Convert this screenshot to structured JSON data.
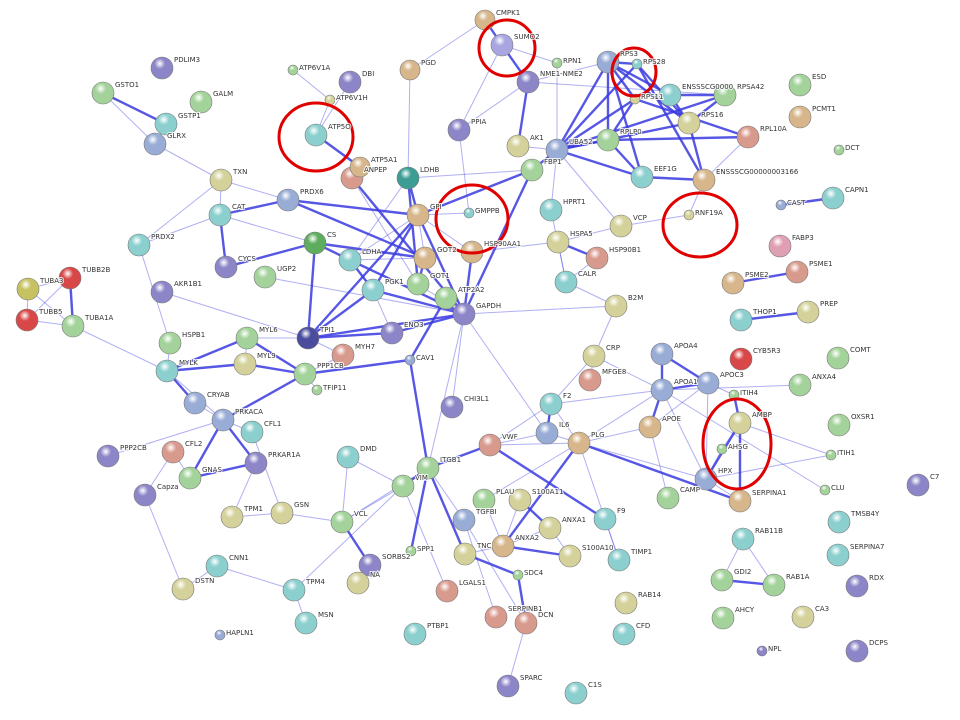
{
  "palette": {
    "tan": "#d6b68a",
    "lavender": "#a8a5e0",
    "purple": "#8c86c8",
    "green": "#a3d39a",
    "teal": "#8ccfcf",
    "slate": "#98acd6",
    "khaki": "#d4d29a",
    "rose": "#d99a8e",
    "red": "#d94848",
    "navy": "#4a4d9e",
    "olive": "#c6c262",
    "darkgreen": "#5ead5e",
    "darkteal": "#3c9d94",
    "pink": "#e0a0b4",
    "edge": "#3a3ae0",
    "highlight": "#e00000"
  },
  "nodes": [
    [
      "CMPK1",
      "tan"
    ],
    [
      "SUMO2",
      "lavender"
    ],
    [
      "PGD",
      "tan"
    ],
    [
      "RPN1",
      "green"
    ],
    [
      "NME1-NME2",
      "purple"
    ],
    [
      "RPS3",
      "slate"
    ],
    [
      "RPS28",
      "teal"
    ],
    [
      "RPS11",
      "khaki"
    ],
    [
      "ENSSSCG0000",
      "teal"
    ],
    [
      "RPSA42",
      "green"
    ],
    [
      "RPS16",
      "khaki"
    ],
    [
      "RPL10A",
      "rose"
    ],
    [
      "ENSSSCG00000003166",
      "tan"
    ],
    [
      "EEF1G",
      "teal"
    ],
    [
      "RPLP0",
      "green"
    ],
    [
      "UBA52",
      "slate"
    ],
    [
      "AK1",
      "khaki"
    ],
    [
      "PPIA",
      "purple"
    ],
    [
      "FBP1",
      "green"
    ],
    [
      "HPRT1",
      "teal"
    ],
    [
      "VCP",
      "khaki"
    ],
    [
      "RNF19A",
      "khaki"
    ],
    [
      "GMPPB",
      "teal"
    ],
    [
      "GPI",
      "tan"
    ],
    [
      "HSP90AA1",
      "tan"
    ],
    [
      "HSPA5",
      "khaki"
    ],
    [
      "HSP90B1",
      "rose"
    ],
    [
      "CALR",
      "teal"
    ],
    [
      "B2M",
      "khaki"
    ],
    [
      "LDHB",
      "darkteal"
    ],
    [
      "ANPEP",
      "rose"
    ],
    [
      "ATP5A1",
      "tan"
    ],
    [
      "ATP5O",
      "teal"
    ],
    [
      "ATP6V1A",
      "green"
    ],
    [
      "ATP6V1H",
      "khaki"
    ],
    [
      "DBI",
      "purple"
    ],
    [
      "PDLIM3",
      "purple"
    ],
    [
      "GALM",
      "green"
    ],
    [
      "GSTO1",
      "green"
    ],
    [
      "GSTP1",
      "teal"
    ],
    [
      "GLRX",
      "slate"
    ],
    [
      "TXN",
      "khaki"
    ],
    [
      "CAT",
      "teal"
    ],
    [
      "PRDX6",
      "slate"
    ],
    [
      "PRDX2",
      "teal"
    ],
    [
      "CS",
      "darkgreen"
    ],
    [
      "LDHA",
      "teal"
    ],
    [
      "GOT2",
      "tan"
    ],
    [
      "GOT1",
      "green"
    ],
    [
      "CYCS",
      "purple"
    ],
    [
      "UGP2",
      "green"
    ],
    [
      "PGK1",
      "teal"
    ],
    [
      "ATP2A2",
      "green"
    ],
    [
      "GAPDH",
      "purple"
    ],
    [
      "AKR1B1",
      "purple"
    ],
    [
      "TUBA3",
      "olive"
    ],
    [
      "TUBB2B",
      "red"
    ],
    [
      "TUBB5",
      "red"
    ],
    [
      "TUBA1A",
      "green"
    ],
    [
      "HSPB1",
      "green"
    ],
    [
      "MYLK",
      "teal"
    ],
    [
      "MYL6",
      "green"
    ],
    [
      "MYL9",
      "khaki"
    ],
    [
      "TPI1",
      "navy"
    ],
    [
      "ENO3",
      "purple"
    ],
    [
      "MYH7",
      "rose"
    ],
    [
      "PPP1CB",
      "green"
    ],
    [
      "TFIP11",
      "green"
    ],
    [
      "CAV1",
      "slate"
    ],
    [
      "CRYAB",
      "slate"
    ],
    [
      "PRKACA",
      "slate"
    ],
    [
      "CFL1",
      "teal"
    ],
    [
      "PPP2CB",
      "purple"
    ],
    [
      "CFL2",
      "rose"
    ],
    [
      "GNAS",
      "green"
    ],
    [
      "PRKAR1A",
      "purple"
    ],
    [
      "Capza",
      "purple"
    ],
    [
      "TPM1",
      "khaki"
    ],
    [
      "GSN",
      "khaki"
    ],
    [
      "VCL",
      "green"
    ],
    [
      "DMD",
      "teal"
    ],
    [
      "VIM",
      "green"
    ],
    [
      "ITGB1",
      "green"
    ],
    [
      "SORBS2",
      "purple"
    ],
    [
      "NA",
      "khaki"
    ],
    [
      "SPP1",
      "green"
    ],
    [
      "TNC",
      "khaki"
    ],
    [
      "TGFBI",
      "slate"
    ],
    [
      "PLAU",
      "green"
    ],
    [
      "VWF",
      "rose"
    ],
    [
      "IL6",
      "slate"
    ],
    [
      "PLG",
      "tan"
    ],
    [
      "S100A11",
      "khaki"
    ],
    [
      "ANXA1",
      "khaki"
    ],
    [
      "ANXA2",
      "tan"
    ],
    [
      "S100A10",
      "khaki"
    ],
    [
      "SDC4",
      "green"
    ],
    [
      "LGALS1",
      "rose"
    ],
    [
      "SERPINB1",
      "rose"
    ],
    [
      "DCN",
      "rose"
    ],
    [
      "F9",
      "teal"
    ],
    [
      "TIMP1",
      "teal"
    ],
    [
      "CAMP",
      "green"
    ],
    [
      "F2",
      "teal"
    ],
    [
      "CRP",
      "khaki"
    ],
    [
      "MFGE8",
      "rose"
    ],
    [
      "APOA4",
      "slate"
    ],
    [
      "APOA1",
      "slate"
    ],
    [
      "APOC3",
      "slate"
    ],
    [
      "APOE",
      "tan"
    ],
    [
      "CYB5R3",
      "red"
    ],
    [
      "ITIH4",
      "green"
    ],
    [
      "AMBP",
      "khaki"
    ],
    [
      "AHSG",
      "green"
    ],
    [
      "HPX",
      "slate"
    ],
    [
      "SERPINA1",
      "tan"
    ],
    [
      "ANXA4",
      "green"
    ],
    [
      "COMT",
      "green"
    ],
    [
      "OXSR1",
      "green"
    ],
    [
      "ITIH1",
      "green"
    ],
    [
      "CLU",
      "green"
    ],
    [
      "C7",
      "purple"
    ],
    [
      "TMSB4Y",
      "teal"
    ],
    [
      "SERPINA7",
      "teal"
    ],
    [
      "RAB11B",
      "teal"
    ],
    [
      "GDI2",
      "green"
    ],
    [
      "RAB1A",
      "green"
    ],
    [
      "AHCY",
      "green"
    ],
    [
      "CA3",
      "khaki"
    ],
    [
      "RDX",
      "purple"
    ],
    [
      "NPL",
      "purple"
    ],
    [
      "DCPS",
      "purple"
    ],
    [
      "RAB14",
      "khaki"
    ],
    [
      "CFD",
      "teal"
    ],
    [
      "C1S",
      "teal"
    ],
    [
      "SPARC",
      "purple"
    ],
    [
      "PTBP1",
      "teal"
    ],
    [
      "MSN",
      "teal"
    ],
    [
      "TPM4",
      "teal"
    ],
    [
      "CNN1",
      "teal"
    ],
    [
      "DSTN",
      "khaki"
    ],
    [
      "HAPLN1",
      "slate"
    ],
    [
      "CHI3L1",
      "purple"
    ],
    [
      "ESD",
      "green"
    ],
    [
      "PCMT1",
      "tan"
    ],
    [
      "DCT",
      "green"
    ],
    [
      "CAST",
      "slate"
    ],
    [
      "CAPN1",
      "teal"
    ],
    [
      "FABP3",
      "pink"
    ],
    [
      "PSME2",
      "tan"
    ],
    [
      "PSME1",
      "rose"
    ],
    [
      "PREP",
      "khaki"
    ],
    [
      "THOP1",
      "teal"
    ]
  ],
  "edges": [
    [
      "CMPK1",
      "SUMO2",
      1
    ],
    [
      "SUMO2",
      "NME1-NME2",
      1
    ],
    [
      "NME1-NME2",
      "AK1",
      1
    ],
    [
      "RPS3",
      "RPS28",
      1
    ],
    [
      "RPS3",
      "RPS11",
      1
    ],
    [
      "RPS3",
      "ENSSSCG0000",
      1
    ],
    [
      "RPS3",
      "RPLP0",
      1
    ],
    [
      "RPS3",
      "UBA52",
      1
    ],
    [
      "RPS3",
      "RPS16",
      1
    ],
    [
      "RPS3",
      "EEF1G",
      1
    ],
    [
      "RPS28",
      "RPS16",
      1
    ],
    [
      "RPS28",
      "ENSSSCG00000003166",
      1
    ],
    [
      "RPS11",
      "RPLP0",
      1
    ],
    [
      "RPS11",
      "UBA52",
      1
    ],
    [
      "ENSSSCG0000",
      "RPSA42",
      1
    ],
    [
      "ENSSSCG0000",
      "RPS16",
      1
    ],
    [
      "RPLP0",
      "UBA52",
      1
    ],
    [
      "RPLP0",
      "RPL10A",
      1
    ],
    [
      "RPLP0",
      "EEF1G",
      1
    ],
    [
      "UBA52",
      "EEF1G",
      1
    ],
    [
      "UBA52",
      "RPS16",
      1
    ],
    [
      "RPS16",
      "ENSSSCG00000003166",
      1
    ],
    [
      "EEF1G",
      "ENSSSCG00000003166",
      1
    ],
    [
      "RPSA42",
      "RPS16",
      1
    ],
    [
      "UBA52",
      "RPS28",
      1
    ],
    [
      "UBA52",
      "RPSA42",
      1
    ],
    [
      "RPS11",
      "RPL10A",
      1
    ],
    [
      "PGD",
      "CMPK1",
      0
    ],
    [
      "SUMO2",
      "RPN1",
      0
    ],
    [
      "SUMO2",
      "PPIA",
      0
    ],
    [
      "NME1-NME2",
      "RPS3",
      0
    ],
    [
      "NME1-NME2",
      "RPSA42",
      0
    ],
    [
      "PPIA",
      "NME1-NME2",
      0
    ],
    [
      "UBA52",
      "AK1",
      0
    ],
    [
      "UBA52",
      "HPRT1",
      0
    ],
    [
      "UBA52",
      "VCP",
      0
    ],
    [
      "UBA52",
      "FBP1",
      1
    ],
    [
      "RPN1",
      "UBA52",
      0
    ],
    [
      "RPL10A",
      "ENSSSCG00000003166",
      0
    ],
    [
      "VCP",
      "RNF19A",
      0
    ],
    [
      "VCP",
      "HSPA5",
      0
    ],
    [
      "RNF19A",
      "ENSSSCG00000003166",
      0
    ],
    [
      "PGD",
      "LDHB",
      0
    ],
    [
      "PPIA",
      "GMPPB",
      0
    ],
    [
      "FBP1",
      "GPI",
      1
    ],
    [
      "FBP1",
      "GAPDH",
      1
    ],
    [
      "FBP1",
      "LDHB",
      0
    ],
    [
      "HPRT1",
      "CALR",
      0
    ],
    [
      "ATP6V1A",
      "ATP6V1H",
      0
    ],
    [
      "ATP6V1H",
      "ATP5O",
      0
    ],
    [
      "ATP5O",
      "ATP5A1",
      1
    ],
    [
      "ATP5A1",
      "ANPEP",
      0
    ],
    [
      "ATP5O",
      "DBI",
      0
    ],
    [
      "GSTO1",
      "GSTP1",
      1
    ],
    [
      "GSTO1",
      "GLRX",
      0
    ],
    [
      "GSTP1",
      "GLRX",
      0
    ],
    [
      "GLRX",
      "TXN",
      0
    ],
    [
      "TXN",
      "CAT",
      0
    ],
    [
      "TXN",
      "PRDX6",
      0
    ],
    [
      "CAT",
      "PRDX6",
      1
    ],
    [
      "CAT",
      "PRDX2",
      0
    ],
    [
      "CAT",
      "CYCS",
      1
    ],
    [
      "CAT",
      "CS",
      0
    ],
    [
      "PRDX2",
      "TXN",
      0
    ],
    [
      "PRDX6",
      "GPI",
      1
    ],
    [
      "PRDX6",
      "GOT2",
      1
    ],
    [
      "CS",
      "LDHA",
      1
    ],
    [
      "CS",
      "GOT2",
      1
    ],
    [
      "CS",
      "CYCS",
      1
    ],
    [
      "CS",
      "TPI1",
      1
    ],
    [
      "LDHA",
      "GOT2",
      0
    ],
    [
      "LDHA",
      "GPI",
      0
    ],
    [
      "LDHA",
      "PGK1",
      1
    ],
    [
      "LDHA",
      "GAPDH",
      1
    ],
    [
      "LDHA",
      "LDHB",
      0
    ],
    [
      "LDHB",
      "GPI",
      1
    ],
    [
      "LDHB",
      "GOT1",
      1
    ],
    [
      "GPI",
      "GOT2",
      0
    ],
    [
      "GPI",
      "TPI1",
      1
    ],
    [
      "GPI",
      "GAPDH",
      1
    ],
    [
      "GPI",
      "PGK1",
      1
    ],
    [
      "GPI",
      "HSP90AA1",
      0
    ],
    [
      "GOT2",
      "GOT1",
      1
    ],
    [
      "GOT1",
      "GAPDH",
      0
    ],
    [
      "PGK1",
      "GAPDH",
      1
    ],
    [
      "PGK1",
      "ENO3",
      0
    ],
    [
      "PGK1",
      "TPI1",
      1
    ],
    [
      "TPI1",
      "ENO3",
      1
    ],
    [
      "TPI1",
      "GAPDH",
      1
    ],
    [
      "ENO3",
      "GAPDH",
      1
    ],
    [
      "ATP2A2",
      "GAPDH",
      0
    ],
    [
      "ATP2A2",
      "CAV1",
      1
    ],
    [
      "HSP90AA1",
      "HSPA5",
      0
    ],
    [
      "HSP90AA1",
      "GAPDH",
      1
    ],
    [
      "HSPA5",
      "HSP90B1",
      1
    ],
    [
      "HSPA5",
      "CALR",
      0
    ],
    [
      "CALR",
      "B2M",
      0
    ],
    [
      "HSP90B1",
      "CALR",
      0
    ],
    [
      "B2M",
      "GAPDH",
      0
    ],
    [
      "B2M",
      "CRP",
      0
    ],
    [
      "ANPEP",
      "GOT1",
      0
    ],
    [
      "ANPEP",
      "GAPDH",
      1
    ],
    [
      "UGP2",
      "GAPDH",
      0
    ],
    [
      "GMPPB",
      "GPI",
      0
    ],
    [
      "TUBA3",
      "TUBB2B",
      0
    ],
    [
      "TUBA3",
      "TUBB5",
      0
    ],
    [
      "TUBA3",
      "TUBA1A",
      0
    ],
    [
      "TUBB2B",
      "TUBA1A",
      1
    ],
    [
      "TUBB2B",
      "TUBB5",
      0
    ],
    [
      "TUBB5",
      "TUBA1A",
      0
    ],
    [
      "TUBA1A",
      "MYLK",
      0
    ],
    [
      "AKR1B1",
      "TPI1",
      0
    ],
    [
      "HSPB1",
      "MYLK",
      0
    ],
    [
      "HSPB1",
      "PRDX2",
      0
    ],
    [
      "MYLK",
      "MYL6",
      1
    ],
    [
      "MYLK",
      "MYL9",
      1
    ],
    [
      "MYLK",
      "CRYAB",
      1
    ],
    [
      "MYLK",
      "PRKACA",
      0
    ],
    [
      "MYL6",
      "MYL9",
      0
    ],
    [
      "MYL6",
      "PPP1CB",
      1
    ],
    [
      "MYL6",
      "TPI1",
      0
    ],
    [
      "MYL9",
      "PPP1CB",
      1
    ],
    [
      "PPP1CB",
      "MYH7",
      0
    ],
    [
      "PPP1CB",
      "PRKACA",
      1
    ],
    [
      "PPP1CB",
      "TFIP11",
      0
    ],
    [
      "PPP1CB",
      "CAV1",
      1
    ],
    [
      "MYH7",
      "TPI1",
      0
    ],
    [
      "CRYAB",
      "PRKACA",
      0
    ],
    [
      "PRKACA",
      "CFL1",
      0
    ],
    [
      "PRKACA",
      "PRKAR1A",
      1
    ],
    [
      "PRKACA",
      "GNAS",
      1
    ],
    [
      "PRKACA",
      "PPP2CB",
      0
    ],
    [
      "GNAS",
      "PRKAR1A",
      1
    ],
    [
      "CFL2",
      "Capza",
      0
    ],
    [
      "CFL2",
      "GNAS",
      0
    ],
    [
      "Capza",
      "DSTN",
      0
    ],
    [
      "PRKAR1A",
      "TPM1",
      0
    ],
    [
      "CFL1",
      "GSN",
      0
    ],
    [
      "TPM1",
      "GSN",
      0
    ],
    [
      "GSN",
      "VCL",
      0
    ],
    [
      "VCL",
      "VIM",
      0
    ],
    [
      "VCL",
      "ITGB1",
      0
    ],
    [
      "VCL",
      "SORBS2",
      1
    ],
    [
      "VCL",
      "DMD",
      0
    ],
    [
      "DMD",
      "VIM",
      0
    ],
    [
      "VIM",
      "ITGB1",
      1
    ],
    [
      "VIM",
      "LGALS1",
      0
    ],
    [
      "VIM",
      "TPM4",
      0
    ],
    [
      "ITGB1",
      "VWF",
      1
    ],
    [
      "ITGB1",
      "TNC",
      1
    ],
    [
      "ITGB1",
      "SPP1",
      1
    ],
    [
      "ITGB1",
      "GAPDH",
      0
    ],
    [
      "ITGB1",
      "TGFBI",
      0
    ],
    [
      "CAV1",
      "ITGB1",
      1
    ],
    [
      "TPM4",
      "MSN",
      0
    ],
    [
      "TPM4",
      "CNN1",
      0
    ],
    [
      "CNN1",
      "DSTN",
      0
    ],
    [
      "VWF",
      "PLG",
      0
    ],
    [
      "VWF",
      "F9",
      1
    ],
    [
      "VWF",
      "IL6",
      0
    ],
    [
      "IL6",
      "PLG",
      0
    ],
    [
      "IL6",
      "F2",
      0
    ],
    [
      "IL6",
      "GAPDH",
      0
    ],
    [
      "PLG",
      "F2",
      0
    ],
    [
      "PLG",
      "APOE",
      0
    ],
    [
      "PLG",
      "APOA1",
      0
    ],
    [
      "PLG",
      "ANXA2",
      1
    ],
    [
      "PLG",
      "SERPINA1",
      1
    ],
    [
      "PLG",
      "HPX",
      0
    ],
    [
      "PLG",
      "PLAU",
      0
    ],
    [
      "PLAU",
      "ANXA2",
      0
    ],
    [
      "S100A11",
      "ANXA1",
      1
    ],
    [
      "S100A11",
      "ANXA2",
      0
    ],
    [
      "ANXA1",
      "ANXA2",
      0
    ],
    [
      "ANXA2",
      "S100A10",
      1
    ],
    [
      "ANXA1",
      "S100A10",
      0
    ],
    [
      "ANXA2",
      "TNC",
      0
    ],
    [
      "TNC",
      "SDC4",
      1
    ],
    [
      "SDC4",
      "DCN",
      1
    ],
    [
      "TGFBI",
      "DCN",
      0
    ],
    [
      "TGFBI",
      "SERPINB1",
      0
    ],
    [
      "DCN",
      "SPARC",
      0
    ],
    [
      "F9",
      "TIMP1",
      0
    ],
    [
      "TIMP1",
      "PLG",
      0
    ],
    [
      "CRP",
      "APOA1",
      0
    ],
    [
      "CRP",
      "MFGE8",
      0
    ],
    [
      "CRP",
      "F2",
      0
    ],
    [
      "F2",
      "APOA1",
      0
    ],
    [
      "APOA4",
      "APOA1",
      1
    ],
    [
      "APOA4",
      "APOC3",
      1
    ],
    [
      "APOA1",
      "APOC3",
      1
    ],
    [
      "APOA1",
      "APOE",
      1
    ],
    [
      "APOC3",
      "APOE",
      0
    ],
    [
      "APOC3",
      "HPX",
      0
    ],
    [
      "APOA1",
      "HPX",
      0
    ],
    [
      "AMBP",
      "HPX",
      1
    ],
    [
      "AMBP",
      "AHSG",
      0
    ],
    [
      "AHSG",
      "HPX",
      0
    ],
    [
      "ITIH4",
      "AMBP",
      1
    ],
    [
      "ITIH4",
      "APOC3",
      0
    ],
    [
      "HPX",
      "SERPINA1",
      0
    ],
    [
      "AMBP",
      "SERPINA1",
      1
    ],
    [
      "ITIH1",
      "AMBP",
      0
    ],
    [
      "ITIH1",
      "HPX",
      0
    ],
    [
      "CLU",
      "APOA1",
      0
    ],
    [
      "CAMP",
      "APOE",
      0
    ],
    [
      "CHI3L1",
      "GAPDH",
      0
    ],
    [
      "APOA1",
      "ANXA4",
      0
    ],
    [
      "RAB11B",
      "GDI2",
      0
    ],
    [
      "RAB11B",
      "RAB1A",
      0
    ],
    [
      "GDI2",
      "RAB1A",
      1
    ],
    [
      "CAST",
      "CAPN1",
      1
    ],
    [
      "PSME2",
      "PSME1",
      1
    ],
    [
      "THOP1",
      "PREP",
      1
    ],
    [
      "F2",
      "IL6",
      1
    ],
    [
      "F2",
      "VWF",
      0
    ]
  ]
}
